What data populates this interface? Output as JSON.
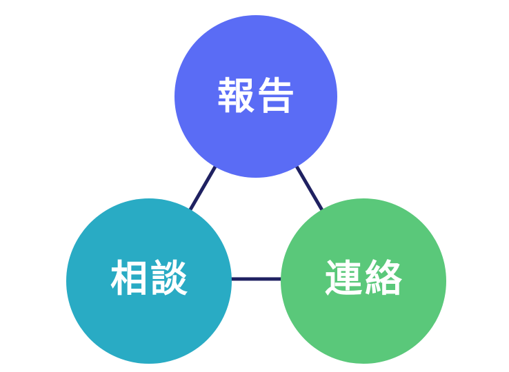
{
  "diagram": {
    "name": "horenso-communication-diagram",
    "background_color": "#ffffff",
    "line_color": "#1f2161",
    "line_width": 5,
    "text_color": "#ffffff",
    "nodes": [
      {
        "id": "hokoku",
        "label": "報告",
        "color": "#5a6cf5"
      },
      {
        "id": "sodan",
        "label": "相談",
        "color": "#29abc4"
      },
      {
        "id": "renraku",
        "label": "連絡",
        "color": "#5ac87a"
      }
    ],
    "edges": [
      {
        "from": "hokoku",
        "to": "sodan"
      },
      {
        "from": "hokoku",
        "to": "renraku"
      },
      {
        "from": "sodan",
        "to": "renraku"
      }
    ]
  }
}
